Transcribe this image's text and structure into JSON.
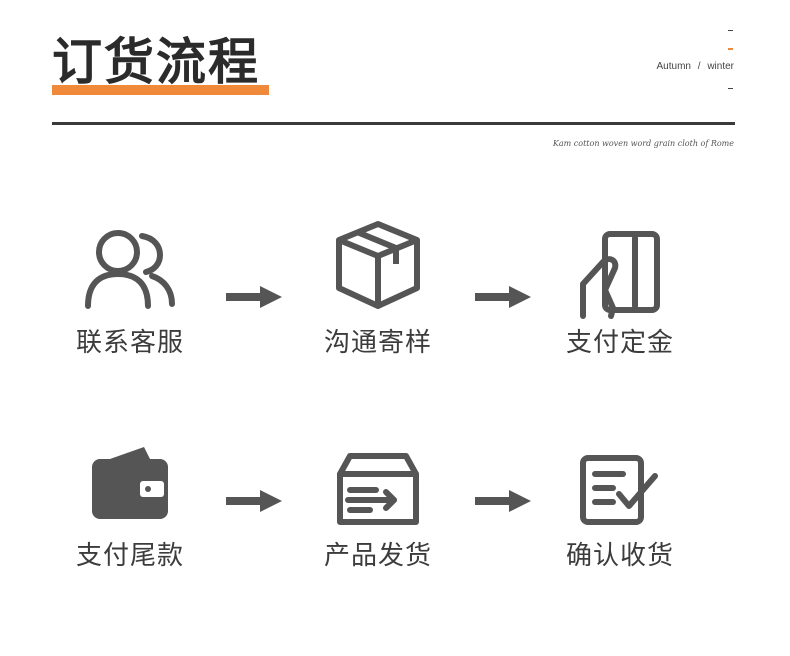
{
  "header": {
    "title": "订货流程",
    "season_left": "Autumn",
    "season_sep": "/",
    "season_right": "winter",
    "script_line": "Kam cotton woven word grain cloth of Rome"
  },
  "colors": {
    "accent": "#f08a3a",
    "icon": "#555555",
    "text": "#3c3c3c"
  },
  "steps": [
    {
      "label": "联系客服",
      "icon": "users-icon"
    },
    {
      "label": "沟通寄样",
      "icon": "box-icon"
    },
    {
      "label": "支付定金",
      "icon": "card-hand-icon"
    },
    {
      "label": "支付尾款",
      "icon": "wallet-icon"
    },
    {
      "label": "产品发货",
      "icon": "shipping-box-icon"
    },
    {
      "label": "确认收货",
      "icon": "checklist-icon"
    }
  ]
}
